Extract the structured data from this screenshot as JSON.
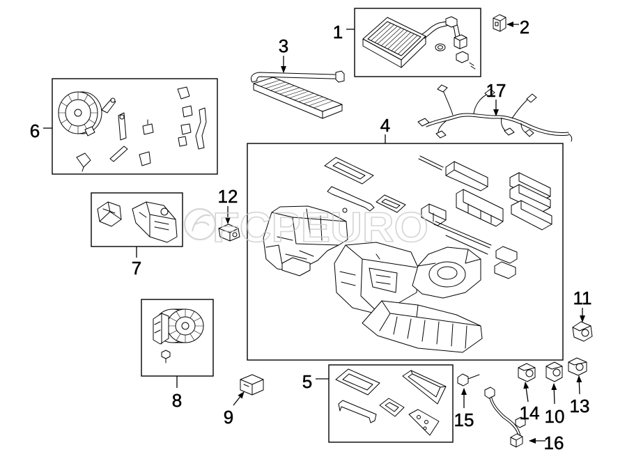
{
  "colors": {
    "background": "#ffffff",
    "line": "#000000",
    "watermark": "#c8c8c8"
  },
  "callouts": [
    "1",
    "2",
    "3",
    "4",
    "5",
    "6",
    "7",
    "8",
    "9",
    "10",
    "11",
    "12",
    "13",
    "14",
    "15",
    "16",
    "17"
  ],
  "watermark": {
    "text": "FCPEURO"
  }
}
